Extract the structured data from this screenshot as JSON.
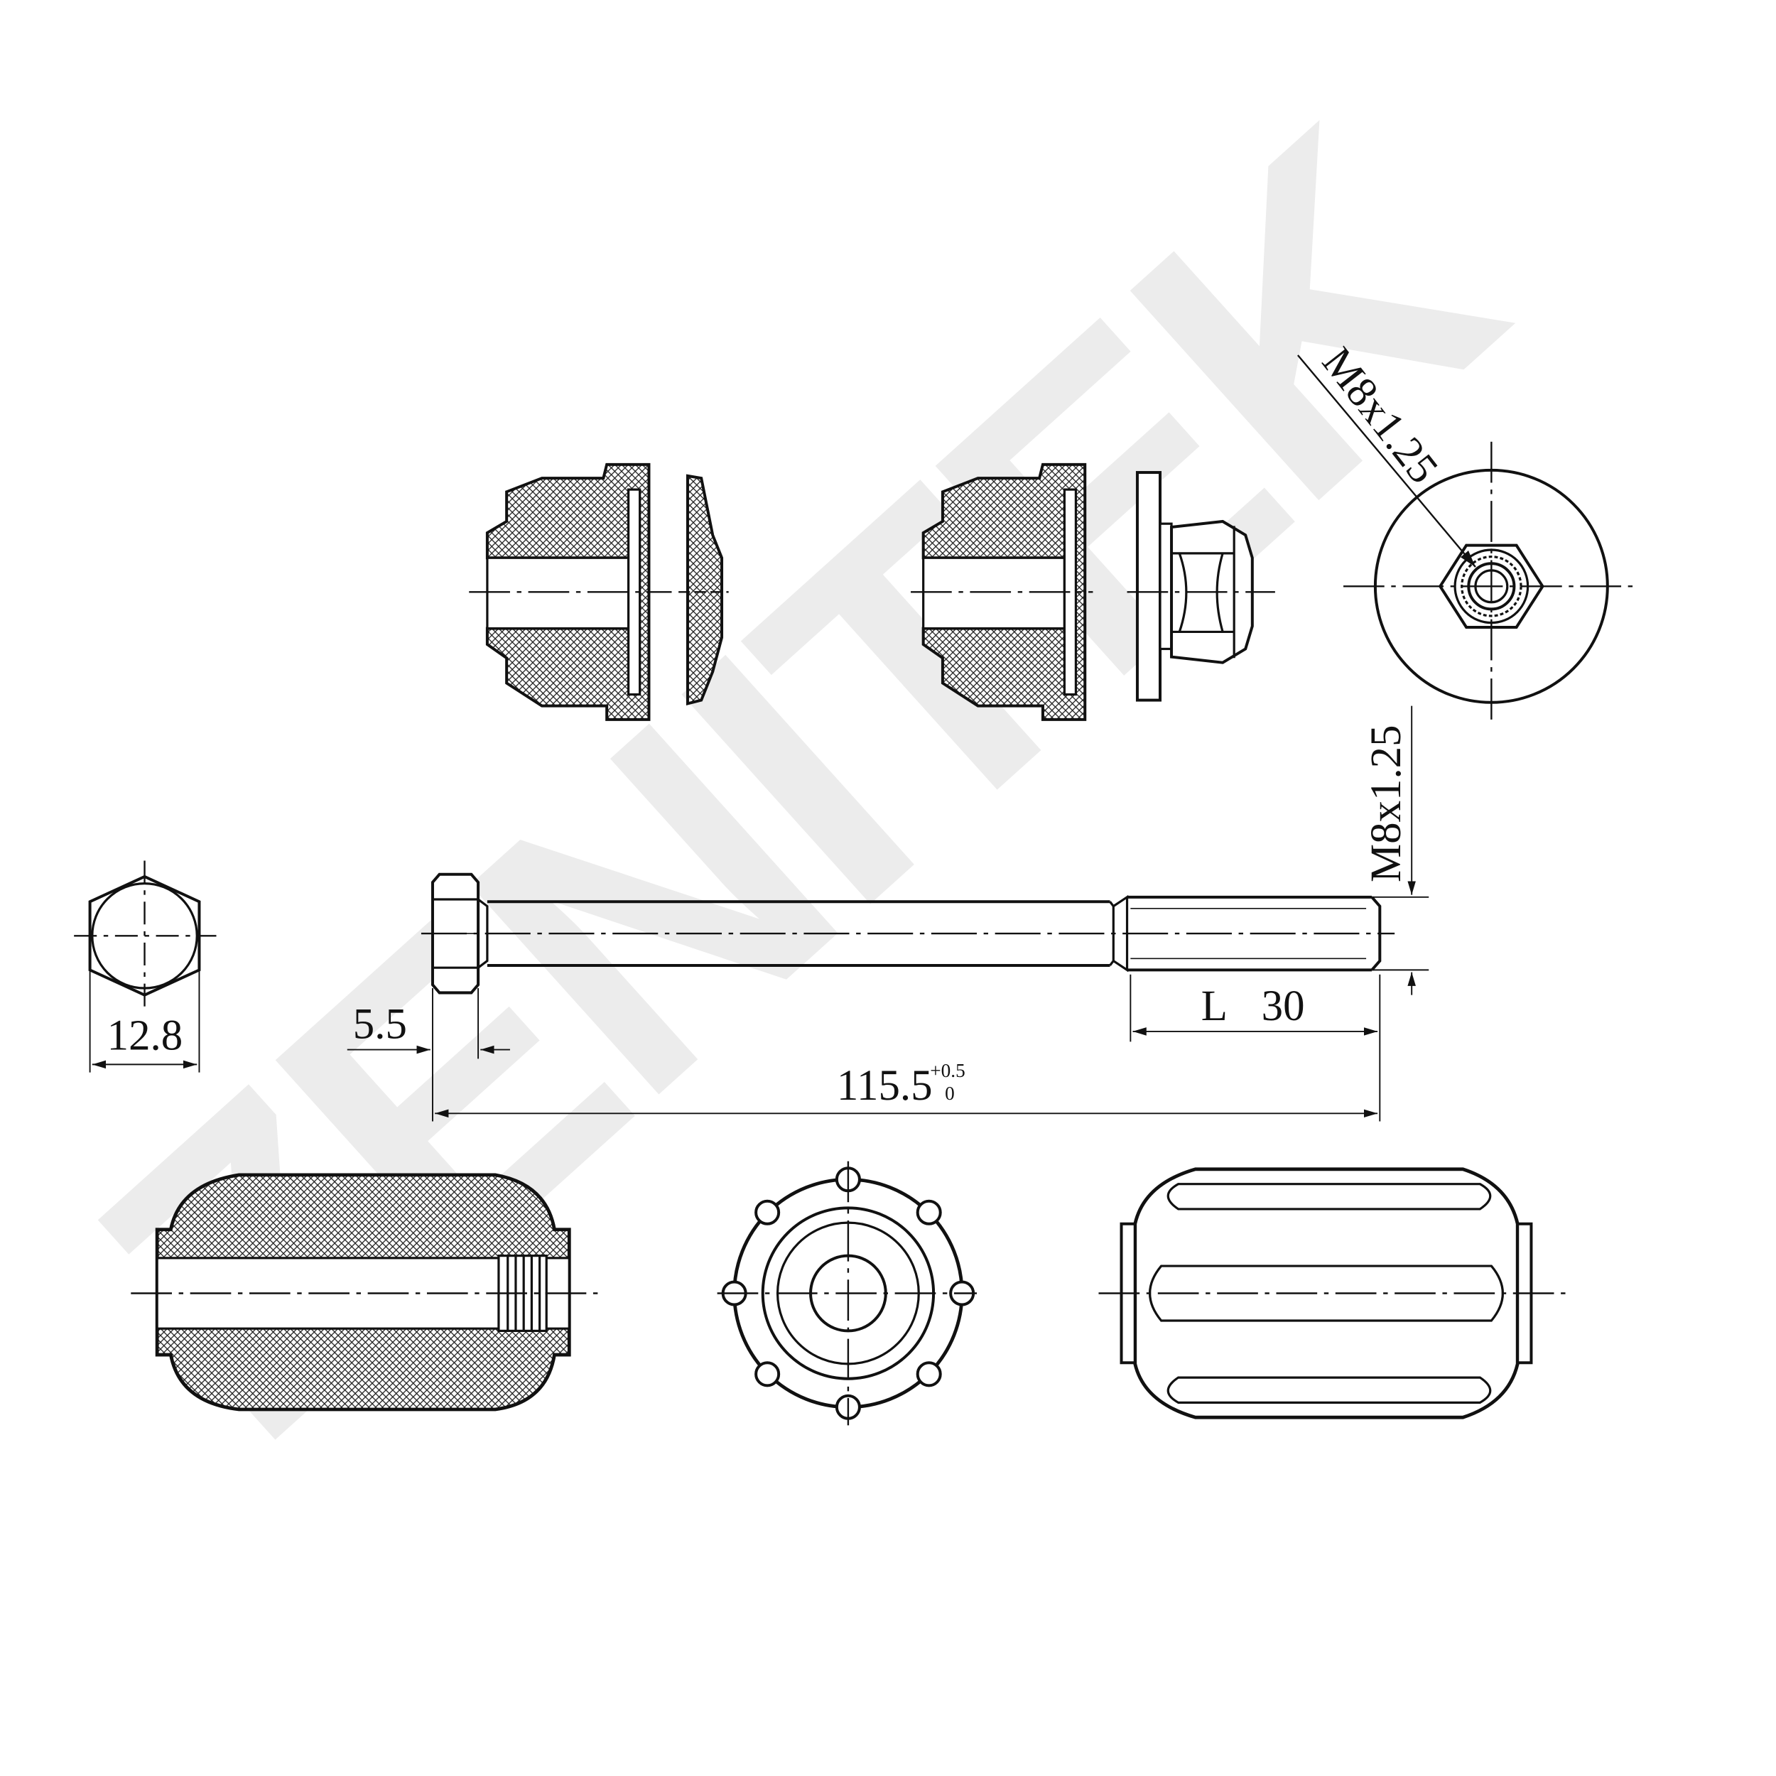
{
  "watermark": {
    "text": "ZENITEK",
    "color": "#e9e9e9"
  },
  "colors": {
    "line": "#111111",
    "background": "#ffffff"
  },
  "labels": {
    "thread_radial": "M8x1.25",
    "thread_vertical": "M8x1.25",
    "hex_width": "12.8",
    "head_height": "5.5",
    "thread_length_letter": "L",
    "thread_length_value": "30",
    "total_length": "115.5",
    "total_length_tol_upper": "+0.5",
    "total_length_tol_lower": "0"
  }
}
